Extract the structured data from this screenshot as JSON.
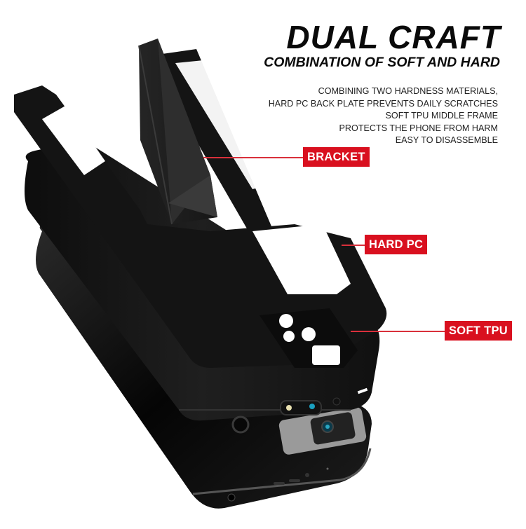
{
  "header": {
    "title": "DUAL CRAFT",
    "subtitle": "COMBINATION OF SOFT AND HARD"
  },
  "description": {
    "lines": [
      "COMBINING TWO HARDNESS MATERIALS,",
      "HARD PC BACK PLATE PREVENTS DAILY SCRATCHES",
      "SOFT TPU MIDDLE FRAME",
      "PROTECTS THE PHONE FROM HARM",
      "EASY TO DISASSEMBLE"
    ]
  },
  "callouts": [
    {
      "label": "BRACKET",
      "color": "#d9101f"
    },
    {
      "label": "HARD PC",
      "color": "#d9101f"
    },
    {
      "label": "SOFT TPU",
      "color": "#d9101f"
    }
  ],
  "colors": {
    "accent": "#d9101f",
    "case": "#1a1a1a",
    "background": "#ffffff"
  }
}
